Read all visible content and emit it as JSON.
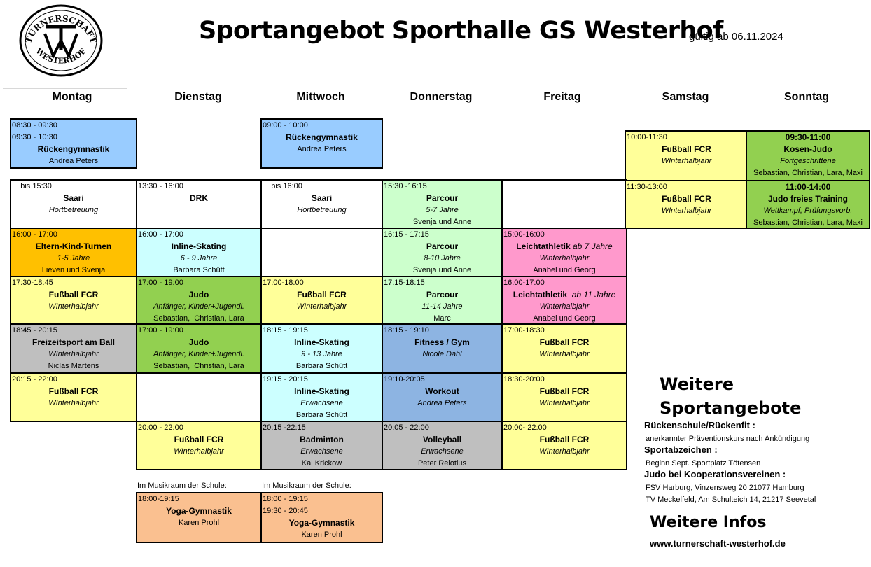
{
  "header": {
    "title": "Sportangebot Sporthalle GS Westerhof",
    "valid_from": "gültig ab 06.11.2024",
    "logo": {
      "top_text": "TURNERSCHAFT",
      "bottom_text": "WESTERHOF",
      "monogram": "TW"
    }
  },
  "days": [
    "Montag",
    "Dienstag",
    "Mittwoch",
    "Donnerstag",
    "Freitag",
    "Samstag",
    "Sonntag"
  ],
  "colors": {
    "blue": "#99ccff",
    "white": "#ffffff",
    "orange": "#ffc000",
    "light_cyan": "#ccffff",
    "light_green": "#ccffcc",
    "pink": "#ff99cc",
    "light_yellow": "#ffff99",
    "green": "#92d050",
    "gray": "#bfbfbf",
    "steel_blue": "#8db4e2",
    "peach": "#fac090"
  },
  "schedule": [
    {
      "id": "mo-1",
      "day": "Montag",
      "color": "blue",
      "lines": [
        {
          "t": "08:30 - 09:30",
          "s": "l"
        },
        {
          "t": "09:30 - 10:30",
          "s": "l"
        },
        {
          "t": "Rückengymnastik",
          "s": "b"
        },
        {
          "t": "Andrea Peters",
          "s": ""
        }
      ]
    },
    {
      "id": "mi-1",
      "day": "Mittwoch",
      "color": "blue",
      "lines": [
        {
          "t": "09:00 - 10:00",
          "s": "l"
        },
        {
          "t": "Rückengymnastik",
          "s": "b"
        },
        {
          "t": "",
          "s": ""
        },
        {
          "t": "Andrea Peters",
          "s": ""
        }
      ]
    },
    {
      "id": "sa-1",
      "day": "Samstag",
      "color": "light_yellow",
      "lines": [
        {
          "t": "10:00-11:30",
          "s": "l"
        },
        {
          "t": "Fußball FCR",
          "s": "b"
        },
        {
          "t": "WInterhalbjahr",
          "s": "i"
        }
      ]
    },
    {
      "id": "so-1",
      "day": "Sonntag",
      "color": "green",
      "lines": [
        {
          "t": "09:30-11:00",
          "s": "b"
        },
        {
          "t": "Kosen-Judo",
          "s": "b"
        },
        {
          "t": "Fortgeschrittene",
          "s": "i"
        },
        {
          "t": "Sebastian, Christian, Lara, Maxi",
          "s": ""
        }
      ]
    },
    {
      "id": "mo-2",
      "day": "Montag",
      "color": "white",
      "lines": [
        {
          "t": "    bis 15:30",
          "s": "l"
        },
        {
          "t": "Saari",
          "s": "b"
        },
        {
          "t": "Hortbetreuung",
          "s": "i"
        }
      ]
    },
    {
      "id": "di-2",
      "day": "Dienstag",
      "color": "white",
      "lines": [
        {
          "t": "13:30 - 16:00",
          "s": "l"
        },
        {
          "t": "DRK",
          "s": "b"
        }
      ]
    },
    {
      "id": "mi-2",
      "day": "Mittwoch",
      "color": "white",
      "lines": [
        {
          "t": "    bis 16:00",
          "s": "l"
        },
        {
          "t": "Saari",
          "s": "b"
        },
        {
          "t": "Hortbetreuung",
          "s": "i"
        }
      ]
    },
    {
      "id": "do-2",
      "day": "Donnerstag",
      "color": "light_green",
      "lines": [
        {
          "t": "15:30 -16:15",
          "s": "l"
        },
        {
          "t": "Parcour",
          "s": "b"
        },
        {
          "t": "5-7 Jahre",
          "s": "i"
        },
        {
          "t": "Svenja und Anne",
          "s": ""
        }
      ]
    },
    {
      "id": "fr-2",
      "day": "Freitag",
      "color": "white",
      "lines": []
    },
    {
      "id": "sa-2",
      "day": "Samstag",
      "color": "light_yellow",
      "lines": [
        {
          "t": "11:30-13:00",
          "s": "l"
        },
        {
          "t": "Fußball FCR",
          "s": "b"
        },
        {
          "t": "WInterhalbjahr",
          "s": "i"
        }
      ]
    },
    {
      "id": "so-2",
      "day": "Sonntag",
      "color": "green",
      "lines": [
        {
          "t": "11:00-14:00",
          "s": "b"
        },
        {
          "t": "Judo freies Training",
          "s": "b"
        },
        {
          "t": "Wettkampf, Prüfungsvorb.",
          "s": "i"
        },
        {
          "t": "Sebastian, Christian, Lara, Maxi",
          "s": ""
        }
      ]
    },
    {
      "id": "mo-3",
      "day": "Montag",
      "color": "orange",
      "lines": [
        {
          "t": "16:00 - 17:00",
          "s": "l"
        },
        {
          "t": "Eltern-Kind-Turnen",
          "s": "b"
        },
        {
          "t": "1-5 Jahre",
          "s": "i"
        },
        {
          "t": "Lieven und Svenja",
          "s": ""
        }
      ]
    },
    {
      "id": "di-3",
      "day": "Dienstag",
      "color": "light_cyan",
      "lines": [
        {
          "t": "16:00 - 17:00",
          "s": "l"
        },
        {
          "t": "Inline-Skating",
          "s": "b"
        },
        {
          "t": "6 - 9 Jahre",
          "s": "i"
        },
        {
          "t": "Barbara Schütt",
          "s": ""
        }
      ]
    },
    {
      "id": "mi-3",
      "day": "Mittwoch",
      "color": "white",
      "lines": []
    },
    {
      "id": "do-3",
      "day": "Donnerstag",
      "color": "light_green",
      "lines": [
        {
          "t": "16:15 - 17:15",
          "s": "l"
        },
        {
          "t": "Parcour",
          "s": "b"
        },
        {
          "t": "8-10 Jahre",
          "s": "i"
        },
        {
          "t": "Svenja und Anne",
          "s": ""
        }
      ]
    },
    {
      "id": "fr-3",
      "day": "Freitag",
      "color": "pink",
      "lines": [
        {
          "t": "15:00-16:00",
          "s": "l"
        },
        {
          "t": "Leichtathletik",
          "s": "b",
          "extra": " ab 7 Jahre"
        },
        {
          "t": "Winterhalbjahr",
          "s": "i"
        },
        {
          "t": "Anabel und Georg",
          "s": ""
        }
      ]
    },
    {
      "id": "mo-4",
      "day": "Montag",
      "color": "light_yellow",
      "lines": [
        {
          "t": "17:30-18:45",
          "s": "l"
        },
        {
          "t": "Fußball FCR",
          "s": "b"
        },
        {
          "t": "WInterhalbjahr",
          "s": "i"
        }
      ]
    },
    {
      "id": "di-4",
      "day": "Dienstag",
      "color": "green",
      "lines": [
        {
          "t": "17:00 - 19:00",
          "s": "l"
        },
        {
          "t": "Judo",
          "s": "b"
        },
        {
          "t": "Anfänger, Kinder+Jugendl.",
          "s": "i"
        },
        {
          "t": "Sebastian,  Christian, Lara",
          "s": ""
        }
      ]
    },
    {
      "id": "mi-4",
      "day": "Mittwoch",
      "color": "light_yellow",
      "lines": [
        {
          "t": "17:00-18:00",
          "s": "l"
        },
        {
          "t": "Fußball FCR",
          "s": "b"
        },
        {
          "t": "WInterhalbjahr",
          "s": "i"
        }
      ]
    },
    {
      "id": "do-4",
      "day": "Donnerstag",
      "color": "light_green",
      "lines": [
        {
          "t": "17:15-18:15",
          "s": "l"
        },
        {
          "t": "Parcour",
          "s": "b"
        },
        {
          "t": "11-14 Jahre",
          "s": "i"
        },
        {
          "t": "Marc",
          "s": ""
        }
      ]
    },
    {
      "id": "fr-4",
      "day": "Freitag",
      "color": "pink",
      "lines": [
        {
          "t": "16:00-17:00",
          "s": "l"
        },
        {
          "t": "Leichtathletik",
          "s": "b",
          "extra": "  ab 11 Jahre"
        },
        {
          "t": "Winterhalbjahr",
          "s": "i"
        },
        {
          "t": "Anabel und Georg",
          "s": ""
        }
      ]
    },
    {
      "id": "mo-5",
      "day": "Montag",
      "color": "gray",
      "lines": [
        {
          "t": "18:45 - 20:15",
          "s": "l"
        },
        {
          "t": "Freizeitsport am Ball",
          "s": "b"
        },
        {
          "t": "WInterhalbjahr",
          "s": "i"
        },
        {
          "t": "Niclas Martens",
          "s": ""
        }
      ]
    },
    {
      "id": "di-5",
      "day": "Dienstag",
      "color": "green",
      "lines": [
        {
          "t": "17:00 - 19:00",
          "s": "l"
        },
        {
          "t": "Judo",
          "s": "b"
        },
        {
          "t": "Anfänger, Kinder+Jugendl.",
          "s": "i"
        },
        {
          "t": "Sebastian,  Christian, Lara",
          "s": ""
        }
      ]
    },
    {
      "id": "mi-5",
      "day": "Mittwoch",
      "color": "light_cyan",
      "lines": [
        {
          "t": "18:15 - 19:15",
          "s": "l"
        },
        {
          "t": "Inline-Skating",
          "s": "b"
        },
        {
          "t": "9 - 13 Jahre",
          "s": "i"
        },
        {
          "t": "Barbara Schütt",
          "s": ""
        }
      ]
    },
    {
      "id": "do-5",
      "day": "Donnerstag",
      "color": "steel_blue",
      "lines": [
        {
          "t": "18:15 - 19:10",
          "s": "l"
        },
        {
          "t": "Fitness / Gym",
          "s": "b"
        },
        {
          "t": "Nicole Dahl",
          "s": "i"
        }
      ]
    },
    {
      "id": "fr-5",
      "day": "Freitag",
      "color": "light_yellow",
      "lines": [
        {
          "t": "17:00-18:30",
          "s": "l"
        },
        {
          "t": "Fußball FCR",
          "s": "b"
        },
        {
          "t": "WInterhalbjahr",
          "s": "i"
        }
      ]
    },
    {
      "id": "mo-6",
      "day": "Montag",
      "color": "light_yellow",
      "lines": [
        {
          "t": "20:15 - 22:00",
          "s": "l"
        },
        {
          "t": "Fußball FCR",
          "s": "b"
        },
        {
          "t": "WInterhalbjahr",
          "s": "i"
        }
      ]
    },
    {
      "id": "di-6",
      "day": "Dienstag",
      "color": "white",
      "lines": []
    },
    {
      "id": "mi-6",
      "day": "Mittwoch",
      "color": "light_cyan",
      "lines": [
        {
          "t": "19:15 - 20:15",
          "s": "l"
        },
        {
          "t": "Inline-Skating",
          "s": "b"
        },
        {
          "t": "Erwachsene",
          "s": "i"
        },
        {
          "t": "Barbara Schütt",
          "s": ""
        }
      ]
    },
    {
      "id": "do-6",
      "day": "Donnerstag",
      "color": "steel_blue",
      "lines": [
        {
          "t": "19:10-20:05",
          "s": "l"
        },
        {
          "t": "Workout",
          "s": "b"
        },
        {
          "t": "Andrea Peters",
          "s": "i"
        }
      ]
    },
    {
      "id": "fr-6",
      "day": "Freitag",
      "color": "light_yellow",
      "lines": [
        {
          "t": "18:30-20:00",
          "s": "l"
        },
        {
          "t": "Fußball FCR",
          "s": "b"
        },
        {
          "t": "WInterhalbjahr",
          "s": "i"
        }
      ]
    },
    {
      "id": "di-7",
      "day": "Dienstag",
      "color": "light_yellow",
      "lines": [
        {
          "t": "20:00 - 22:00",
          "s": "l"
        },
        {
          "t": "Fußball FCR",
          "s": "b"
        },
        {
          "t": "WInterhalbjahr",
          "s": "i"
        }
      ]
    },
    {
      "id": "mi-7",
      "day": "Mittwoch",
      "color": "gray",
      "lines": [
        {
          "t": "20:15 -22:15",
          "s": "l"
        },
        {
          "t": "Badminton",
          "s": "b"
        },
        {
          "t": "Erwachsene",
          "s": "i"
        },
        {
          "t": "Kai Krickow",
          "s": ""
        }
      ]
    },
    {
      "id": "do-7",
      "day": "Donnerstag",
      "color": "gray",
      "lines": [
        {
          "t": "20:05 - 22:00",
          "s": "l"
        },
        {
          "t": "Volleyball",
          "s": "b"
        },
        {
          "t": "Erwachsene",
          "s": "i"
        },
        {
          "t": "Peter Relotius",
          "s": ""
        }
      ]
    },
    {
      "id": "fr-7",
      "day": "Freitag",
      "color": "light_yellow",
      "lines": [
        {
          "t": "20:00- 22:00",
          "s": "l"
        },
        {
          "t": "Fußball FCR",
          "s": "b"
        },
        {
          "t": "WInterhalbjahr",
          "s": "i"
        }
      ]
    },
    {
      "id": "di-8",
      "day": "Dienstag",
      "color": "peach",
      "lines": [
        {
          "t": "18:00-19:15",
          "s": "l"
        },
        {
          "t": "",
          "s": ""
        },
        {
          "t": "Yoga-Gymnastik",
          "s": "b"
        },
        {
          "t": "Karen Prohl",
          "s": ""
        }
      ]
    },
    {
      "id": "mi-8",
      "day": "Mittwoch",
      "color": "peach",
      "lines": [
        {
          "t": "18:00 - 19:15",
          "s": "l"
        },
        {
          "t": "19:30 - 20:45",
          "s": "l"
        },
        {
          "t": "Yoga-Gymnastik",
          "s": "b"
        },
        {
          "t": "Karen Prohl",
          "s": ""
        }
      ]
    }
  ],
  "music_room_notes": [
    "Im Musikraum der Schule:",
    "Im Musikraum der Schule:"
  ],
  "more": {
    "title": "Weitere Sportangebote",
    "items": [
      {
        "heading": "Rückenschule/Rückenfit :",
        "lines": [
          "anerkannter Präventionskurs nach Ankündigung"
        ]
      },
      {
        "heading": "Sportabzeichen :",
        "lines": [
          "Beginn Sept.  Sportplatz Tötensen"
        ]
      },
      {
        "heading": "Judo bei Kooperationsvereinen :",
        "lines": [
          "FSV Harburg, Vinzensweg 20 21077 Hamburg",
          "TV Meckelfeld, Am Schulteich 14, 21217 Seevetal"
        ]
      }
    ],
    "info_title": "Weitere Infos",
    "website": "www.turnerschaft-westerhof.de"
  }
}
